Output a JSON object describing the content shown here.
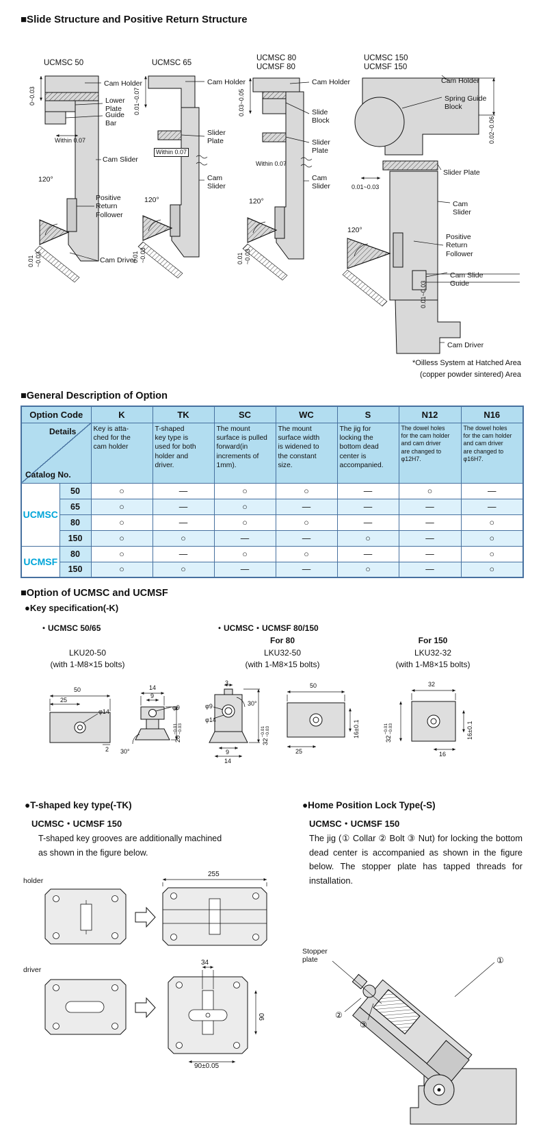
{
  "colors": {
    "accent": "#00a5d9",
    "table_border": "#46709f",
    "header_bg": "#b2ddf0",
    "number_cell_bg": "#c9e9f7",
    "alt_row_bg": "#ddf1fb",
    "gray_fill": "#d9d9d9"
  },
  "slide_section": {
    "title": "■Slide Structure and Positive Return Structure",
    "footnote_line1": "*Oilless System at Hatched Area",
    "footnote_line2": "(copper powder sintered)  Area",
    "d1": {
      "title": "UCMSC 50",
      "cam_holder": "Cam Holder",
      "lower_plate": "Lower\nPlate",
      "guide_bar": "Guide\nBar",
      "within": "Within 0.07",
      "cam_slider": "Cam Slider",
      "angle": "120°",
      "positive_return_follower": "Positive\nReturn\nFollower",
      "cam_driver": "Cam Driver",
      "dim_top": "0~0.03",
      "dim_bottom": "0.01\n~0.03"
    },
    "d2": {
      "title": "UCMSC 65",
      "cam_holder": "Cam Holder",
      "dim_top": "0.01~0.07",
      "slider_plate": "Slider\nPlate",
      "within": "Within 0.07",
      "cam_slider": "Cam\nSlider",
      "angle": "120°",
      "dim_bottom": "0.01\n~0.03"
    },
    "d3": {
      "title_line1": "UCMSC 80",
      "title_line2": "UCMSF 80",
      "cam_holder": "Cam Holder",
      "dim_top": "0.03~0.05",
      "slide_block": "Slide\nBlock",
      "slider_plate": "Slider\nPlate",
      "within": "Within 0.07",
      "cam_slider": "Cam\nSlider",
      "angle": "120°",
      "dim_bottom": "0.01\n~0.03"
    },
    "d4": {
      "title_line1": "UCMSC 150",
      "title_line2": "UCMSF 150",
      "cam_holder": "Cam Holder",
      "spring_guide_block": "Spring Guide\nBlock",
      "dim_top": "0.02~0.06",
      "dim_mid": "0.01~0.03",
      "slider_plate": "Slider Plate",
      "cam_slider": "Cam\nSlider",
      "angle": "120°",
      "positive_return_follower": "Positive\nReturn\nFollower",
      "cam_slide_guide": "Cam Slide\nGuide",
      "dim_right": "0.01~0.03",
      "cam_driver": "Cam Driver"
    }
  },
  "option_table": {
    "title": "■General Description of Option",
    "option_code_label": "Option Code",
    "details_label": "Details",
    "catalog_no_label": "Catalog No.",
    "columns": [
      "K",
      "TK",
      "SC",
      "WC",
      "S",
      "N12",
      "N16"
    ],
    "descriptions": [
      "Key is atta-\nched for the\ncam holder",
      "T-shaped\nkey type is\nused for both\nholder and\ndriver.",
      "The mount\nsurface is pulled\nforward(in\nincrements of\n1mm).",
      "The mount\nsurface width\nis widened to\nthe constant\nsize.",
      "The jig for\nlocking the\nbottom dead\ncenter is\naccompanied.",
      "The dowel holes\nfor the cam holder\nand cam driver\nare changed to\nφ12H7.",
      "The dowel holes\nfor the cam holder\nand cam driver\nare changed to\nφ16H7."
    ],
    "groups": [
      {
        "name": "UCMSC",
        "rows": [
          {
            "size": "50",
            "marks": [
              "○",
              "―",
              "○",
              "○",
              "―",
              "○",
              "―"
            ]
          },
          {
            "size": "65",
            "marks": [
              "○",
              "―",
              "○",
              "―",
              "―",
              "―",
              "―"
            ]
          },
          {
            "size": "80",
            "marks": [
              "○",
              "―",
              "○",
              "○",
              "―",
              "―",
              "○"
            ]
          },
          {
            "size": "150",
            "marks": [
              "○",
              "○",
              "―",
              "―",
              "○",
              "―",
              "○"
            ]
          }
        ]
      },
      {
        "name": "UCMSF",
        "rows": [
          {
            "size": "80",
            "marks": [
              "○",
              "―",
              "○",
              "○",
              "―",
              "―",
              "○"
            ]
          },
          {
            "size": "150",
            "marks": [
              "○",
              "○",
              "―",
              "―",
              "○",
              "―",
              "○"
            ]
          }
        ]
      }
    ]
  },
  "key_section": {
    "title": "■Option of UCMSC and UCMSF",
    "subtitle": "●Key specification(-K)",
    "variant_small": "・UCMSC 50/65",
    "variant_large": "・UCMSC・UCMSF 80/150",
    "for_80": "For 80",
    "for_150": "For 150",
    "part_small": "LKU20-50",
    "part_80": "LKU32-50",
    "part_150": "LKU32-32",
    "bolts_note": "(with 1-M8×15 bolts)",
    "drawing1": {
      "dim_50": "50",
      "dim_25": "25",
      "d14": "φ14",
      "dim_2": "2",
      "dim_14": "14",
      "dim_9": "9",
      "d9": "φ9",
      "dim_20": "20",
      "tol": "−0.01\n−0.03",
      "angle": "30°"
    },
    "drawing2": {
      "dim_3": "3",
      "d9": "φ9",
      "d14": "φ14",
      "dim_9": "9",
      "dim_14": "14",
      "angle": "30°",
      "dim_32": "32",
      "tol": "−0.01\n−0.03",
      "dim_50": "50",
      "dim_16": "16±0.1",
      "dim_25": "25"
    },
    "drawing3": {
      "dim_32_top": "32",
      "dim_32_left": "32",
      "tol": "−0.01\n−0.03",
      "dim_16_right": "16±0.1",
      "dim_16_bottom": "16"
    }
  },
  "tk_section": {
    "title": "●T-shaped key type(-TK)",
    "model": "UCMSC・UCMSF 150",
    "description": "T-shaped key grooves are additionally machined\nas shown in the figure below.",
    "holder_label": "holder",
    "driver_label": "driver",
    "dim_255": "255",
    "dim_34": "34",
    "dim_90": "90",
    "dim_90_tol": "90±0.05"
  },
  "lock_section": {
    "title": "●Home Position Lock Type(-S)",
    "model": "UCMSC・UCMSF 150",
    "description": "The jig (① Collar ② Bolt ③ Nut) for locking the bottom dead center is accompanied as shown in the figure below. The stopper plate has tapped threads for installation.",
    "stopper_label": "Stopper\nplate",
    "marker_1": "①",
    "marker_2": "②",
    "marker_3": "③"
  }
}
